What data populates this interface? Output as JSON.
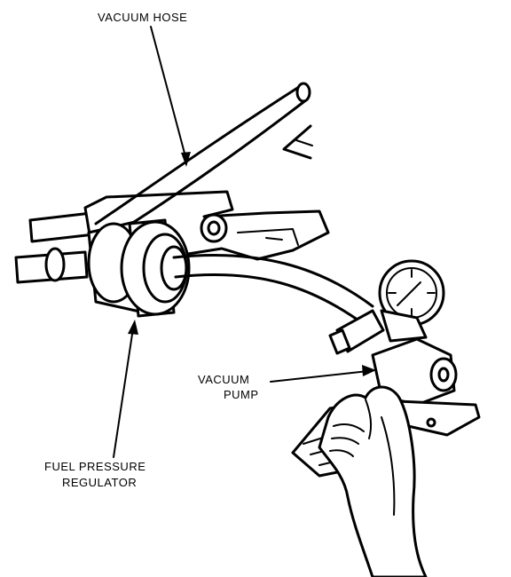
{
  "labels": {
    "vacuum_hose": "VACUUM HOSE",
    "vacuum_pump_line1": "VACUUM",
    "vacuum_pump_line2": "PUMP",
    "fuel_pressure_regulator_line1": "FUEL PRESSURE",
    "fuel_pressure_regulator_line2": "REGULATOR"
  },
  "colors": {
    "ink": "#000000",
    "paper": "#ffffff"
  }
}
